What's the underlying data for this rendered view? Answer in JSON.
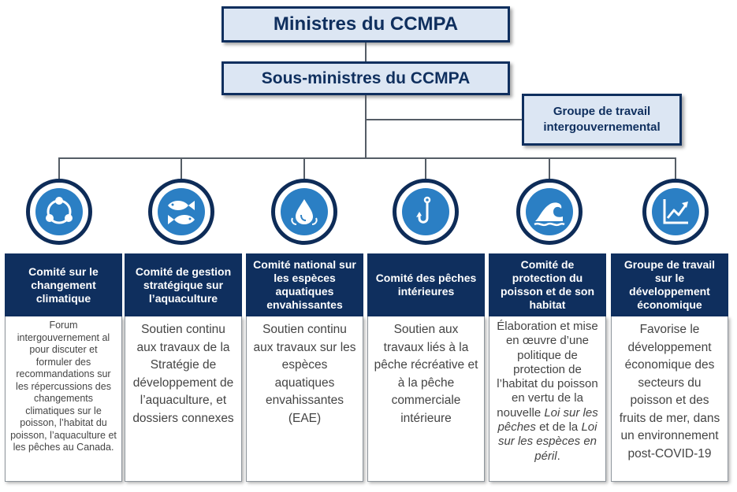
{
  "header": {
    "title": "Ministres du CCMPA",
    "subtitle": "Sous-ministres du CCMPA",
    "side_group": "Groupe de travail intergouvernemental"
  },
  "icons": [
    "cycle-icon",
    "fish-icon",
    "water-drop-icon",
    "fishhook-icon",
    "wave-icon",
    "growth-chart-icon"
  ],
  "colors": {
    "navy": "#0f2f5e",
    "light_blue": "#dce6f3",
    "icon_blue": "#2b7fc4",
    "connector": "#555d66"
  },
  "committees": [
    {
      "title": "Comité sur le changement climatique",
      "text": "Forum intergouvernement al pour discuter et formuler des recommandations sur les répercussions des changements climatiques sur le poisson, l’habitat du poisson, l’aquaculture et les pêches au Canada."
    },
    {
      "title": "Comité de gestion stratégique sur l’aquaculture",
      "text": "Soutien continu aux travaux de la Stratégie de développement de l’aquaculture, et dossiers connexes"
    },
    {
      "title": "Comité national sur les espèces aquatiques envahissantes",
      "text": "Soutien continu aux travaux sur les espèces aquatiques envahissantes (EAE)"
    },
    {
      "title": "Comité des pêches intérieures",
      "text": "Soutien aux travaux liés à la pêche récréative et à la pêche commerciale intérieure"
    },
    {
      "title": "Comité de protection du poisson et de son habitat",
      "text_start": "Élaboration et mise en œuvre d’une politique de protection de l’habitat du poisson en vertu de la nouvelle",
      "text_law1": "Loi sur les pêches",
      "text_mid": "et de la",
      "text_law2": "Loi sur les espèces en péril",
      "text_end": "."
    },
    {
      "title": "Groupe de travail sur le développement économique",
      "text": "Favorise le développement économique des secteurs du poisson et des fruits de mer, dans un environnement post-COVID-19"
    }
  ]
}
